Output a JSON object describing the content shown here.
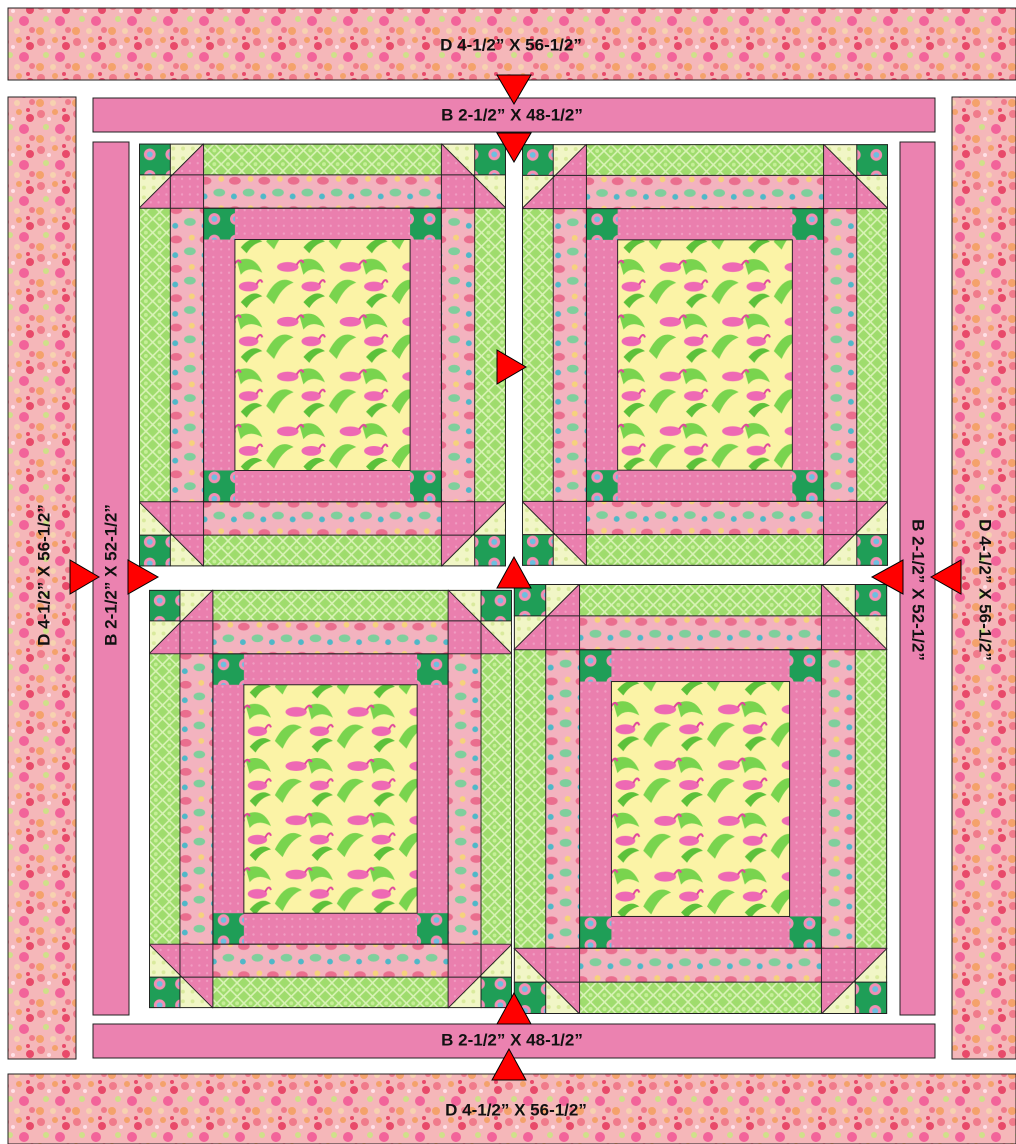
{
  "diagram": {
    "colors": {
      "border_floral_base": "#f5b7b9",
      "border_floral_accent": [
        "#f07b8b",
        "#e84a6a",
        "#f4a26b",
        "#f7d2b0",
        "#cfe08a",
        "#f2639a"
      ],
      "sashing_pink": "#eb82b0",
      "block_pink": "#ea7fae",
      "green_lattice": "#9fdc6d",
      "green_lattice_line": "#d9f3b6",
      "dark_green": "#1f9e57",
      "cream": "#f3f6c8",
      "yellow_bg": "#fbf3a6",
      "flamingo": "#ee69b4",
      "leaf": "#79d44e",
      "paisley": "#f2a7b5",
      "arrow_red": "#ff0000",
      "outline": "#222222"
    },
    "labels": {
      "top_border": "D 4-1/2” X 56-1/2”",
      "bottom_border": "D 4-1/2” X 56-1/2”",
      "left_border": "D 4-1/2” X 56-1/2”",
      "right_border": "D 4-1/2” X 56-1/2”",
      "top_sashing": "B 2-1/2” X 48-1/2”",
      "bottom_sashing": "B 2-1/2” X 48-1/2”",
      "left_sashing": "B 2-1/2” X 52-1/2”",
      "right_sashing": "B 2-1/2” X 52-1/2”"
    }
  }
}
